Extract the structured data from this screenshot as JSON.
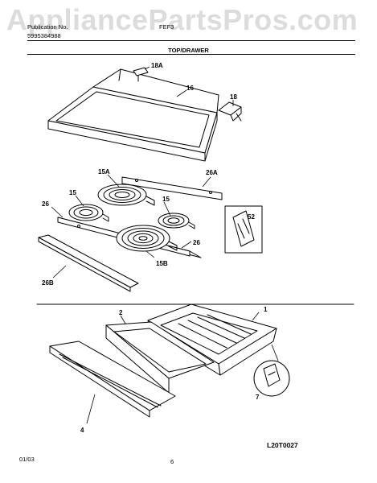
{
  "watermark": "AppliancePartsPros.com",
  "header": {
    "publication_label": "Publication No.",
    "publication_number": "5995384988",
    "model": "FEF3"
  },
  "section_title": "TOP/DRAWER",
  "callouts": {
    "c18A": "18A",
    "c16": "16",
    "c18": "18",
    "c15A": "15A",
    "c26A": "26A",
    "c15_left": "15",
    "c15_right": "15",
    "c26_left": "26",
    "c26_right": "26",
    "c52": "52",
    "c15B": "15B",
    "c26B": "26B",
    "c1": "1",
    "c2": "2",
    "c7": "7",
    "c4": "4"
  },
  "illustration_ref": "L20T0027",
  "footer": {
    "date": "01/03",
    "page": "6"
  }
}
